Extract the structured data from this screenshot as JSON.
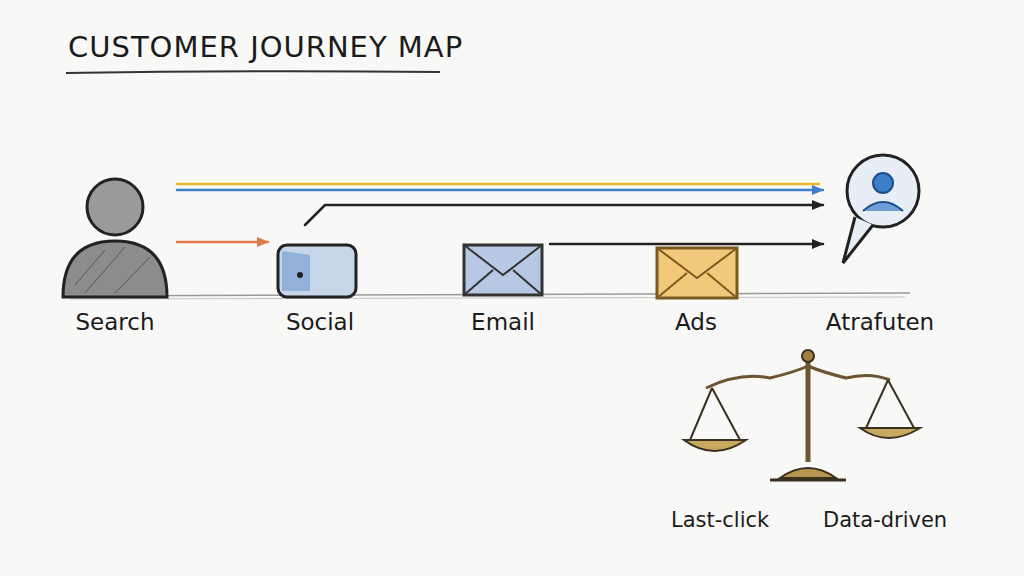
{
  "diagram": {
    "title": "CUSTOMER JOURNEY MAP",
    "nodes": [
      {
        "text": [
          "Search"
        ]
      },
      {
        "text": [
          "Social"
        ]
      },
      {
        "text": [
          "Email"
        ]
      },
      {
        "text": [
          "Ads"
        ]
      },
      {
        "text": [
          "Atrafuten"
        ]
      }
    ],
    "edges": [
      {
        "from": 0,
        "to": 4,
        "arrow": "to"
      },
      {
        "from": 1,
        "to": 4,
        "arrow": "to"
      },
      {
        "from": 2,
        "to": 4,
        "arrow": "to"
      },
      {
        "from": 0,
        "to": 1,
        "arrow": "to"
      }
    ],
    "labels": [
      "Last-click",
      "Data-driven"
    ]
  }
}
